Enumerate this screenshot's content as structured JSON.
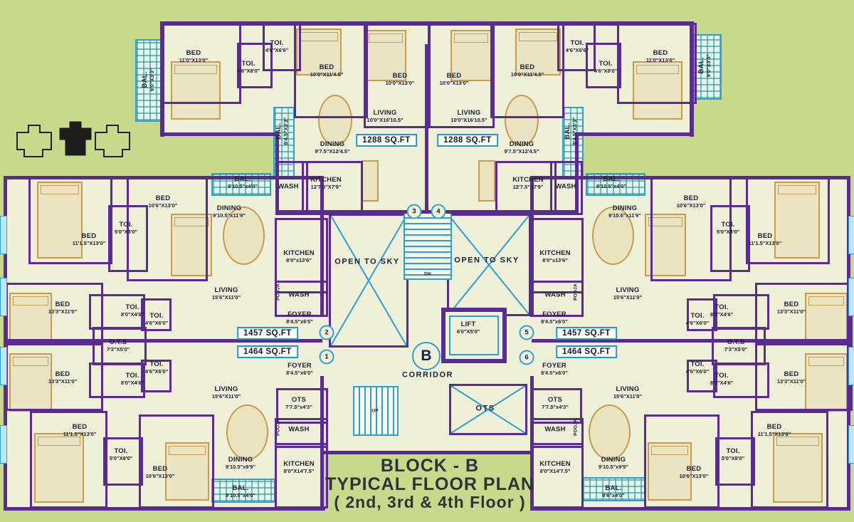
{
  "title_block": {
    "line1": "BLOCK - B",
    "line2": "TYPICAL FLOOR PLAN",
    "line3": "( 2nd, 3rd & 4th Floor )"
  },
  "areas": {
    "a1288": "1288 SQ.FT",
    "a1457": "1457 SQ.FT",
    "a1464": "1464 SQ.FT"
  },
  "markers": {
    "m1": "1",
    "m2": "2",
    "m3": "3",
    "m4": "4",
    "m5": "5",
    "m6": "6"
  },
  "center": {
    "open_to_sky": "OPEN TO SKY",
    "lift": {
      "t": "LIFT",
      "d": "6'0\"X5'0\""
    },
    "block_letter": "B",
    "corridor": "CORRIDOR",
    "ots": "OTS",
    "dn": "DN",
    "up": "UP"
  },
  "common": {
    "wash": "WASH",
    "pooja": "POOJA"
  },
  "rooms": {
    "top_left": [
      {
        "t": "BAL.",
        "d": "9'0\"X3'3\""
      },
      {
        "t": "BED",
        "d": "11'0\"X13'0\""
      },
      {
        "t": "TOI.",
        "d": "4'6\"X6'6\""
      },
      {
        "t": "TOI.",
        "d": "4'6\"X8'0\""
      },
      {
        "t": "BED",
        "d": "10'0\"X11'4.5\""
      },
      {
        "t": "BED",
        "d": "10'0\"X13'0\""
      },
      {
        "t": "LIVING",
        "d": "10'0\"X16'10.5\""
      },
      {
        "t": "DINING",
        "d": "9'7.5\"X12'4.5\""
      },
      {
        "t": "BAL.",
        "d": "8'4.5\"X3'3\""
      },
      {
        "t": "KITCHEN",
        "d": "12'7.5\"X7'9\""
      }
    ],
    "top_right": [
      {
        "t": "BED",
        "d": "10'0\"X13'0\""
      },
      {
        "t": "LIVING",
        "d": "10'0\"X16'10.5\""
      },
      {
        "t": "DINING",
        "d": "9'7.5\"X12'4.5\""
      },
      {
        "t": "BED",
        "d": "10'0\"X11'4.5\""
      },
      {
        "t": "TOI.",
        "d": "4'6\"X8'0\""
      },
      {
        "t": "TOI.",
        "d": "4'6\"X6'6\""
      },
      {
        "t": "BED",
        "d": "11'0\"X13'0\""
      },
      {
        "t": "BAL.",
        "d": "9'0\"X3'3\""
      },
      {
        "t": "BAL.",
        "d": "8'4.5\"X3'3\""
      },
      {
        "t": "KITCHEN",
        "d": "12'7.5\"X7'9\""
      }
    ],
    "left_upper": [
      {
        "t": "BED",
        "d": "10'6\"X13'0\""
      },
      {
        "t": "BED",
        "d": "11'1.5\"X13'0\""
      },
      {
        "t": "TOI.",
        "d": "5'0\"X8'0\""
      },
      {
        "t": "BAL.",
        "d": "9'10.5\"x4'0\""
      },
      {
        "t": "DINING",
        "d": "9'10.5\"x11'9\""
      },
      {
        "t": "KITCHEN",
        "d": "8'0\"x13'6\""
      },
      {
        "t": "LIVING",
        "d": "15'6\"X11'0\""
      },
      {
        "t": "FOYER",
        "d": "8'4.5\"x6'0\""
      },
      {
        "t": "TOI.",
        "d": "8'0\"X4'6\""
      },
      {
        "t": "TOI.",
        "d": "4'6\"X6'0\""
      },
      {
        "t": "O.T.S",
        "d": "7'3\"X5'0\""
      },
      {
        "t": "BED",
        "d": "13'3\"X11'0\""
      }
    ],
    "left_lower": [
      {
        "t": "BED",
        "d": "13'3\"X11'0\""
      },
      {
        "t": "TOI.",
        "d": "4'6\"X6'0\""
      },
      {
        "t": "TOI.",
        "d": "8'0\"X4'6\""
      },
      {
        "t": "FOYER",
        "d": "8'4.5\"x6'0\""
      },
      {
        "t": "LIVING",
        "d": "15'6\"X11'0\""
      },
      {
        "t": "OTS",
        "d": "7'7.5\"x4'3\""
      },
      {
        "t": "KITCHEN",
        "d": "8'0\"X14'7.5\""
      },
      {
        "t": "BED",
        "d": "11'1.5\"X13'0\""
      },
      {
        "t": "TOI.",
        "d": "5'0\"X8'0\""
      },
      {
        "t": "BED",
        "d": "10'6\"X13'0\""
      },
      {
        "t": "DINING",
        "d": "9'10.5\"x9'9\""
      },
      {
        "t": "BAL.",
        "d": "9'10.5\"x4'0\""
      }
    ],
    "right_upper": [
      {
        "t": "BED",
        "d": "10'6\"X13'0\""
      },
      {
        "t": "BED",
        "d": "11'1.5\"X13'0\""
      },
      {
        "t": "TOI.",
        "d": "5'0\"X8'0\""
      },
      {
        "t": "BAL.",
        "d": "9'10.5\"x4'0\""
      },
      {
        "t": "DINING",
        "d": "9'10.5\"x11'9\""
      },
      {
        "t": "KITCHEN",
        "d": "8'0\"x13'6\""
      },
      {
        "t": "LIVING",
        "d": "15'6\"X11'0\""
      },
      {
        "t": "FOYER",
        "d": "8'4.5\"x6'0\""
      },
      {
        "t": "TOI.",
        "d": "8'0\"X4'6\""
      },
      {
        "t": "TOI.",
        "d": "4'6\"X6'0\""
      },
      {
        "t": "O.T.S",
        "d": "7'3\"X5'0\""
      },
      {
        "t": "BED",
        "d": "13'3\"X11'0\""
      }
    ],
    "right_lower": [
      {
        "t": "BED",
        "d": "13'3\"X11'0\""
      },
      {
        "t": "TOI.",
        "d": "4'6\"X6'0\""
      },
      {
        "t": "TOI.",
        "d": "8'0\"X4'6\""
      },
      {
        "t": "FOYER",
        "d": "8'4.5\"x6'0\""
      },
      {
        "t": "LIVING",
        "d": "15'6\"X11'0\""
      },
      {
        "t": "OTS",
        "d": "7'7.5\"x4'3\""
      },
      {
        "t": "KITCHEN",
        "d": "8'0\"X14'7.5\""
      },
      {
        "t": "BED",
        "d": "11'1.5\"X13'0\""
      },
      {
        "t": "TOI.",
        "d": "5'0\"X8'0\""
      },
      {
        "t": "BED",
        "d": "10'6\"X13'0\""
      },
      {
        "t": "DINING",
        "d": "9'10.5\"x9'9\""
      },
      {
        "t": "BAL.",
        "d": "9'6\"x4'0\""
      }
    ]
  },
  "colors": {
    "wall": "#5b2b94",
    "blue": "#2d9fd4",
    "tan": "#c89b4e",
    "page_bg": "#c8d98b",
    "plan_bg": "#eef0d8"
  }
}
